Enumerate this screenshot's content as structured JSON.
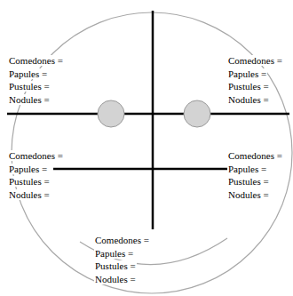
{
  "diagram": {
    "labels": [
      "Comedones =",
      "Papules =",
      "Pustules =",
      "Nodules =",
      "Comedones =",
      "Papules =",
      "Pustules =",
      "Nodules =",
      "Comedones =",
      "Papules =",
      "Pustules =",
      "Nodules =",
      "Comedones =",
      "Papules =",
      "Pustules =",
      "Nodules =",
      "Comedones =",
      "Papules =",
      "Pustules =",
      "Nodules ="
    ]
  }
}
